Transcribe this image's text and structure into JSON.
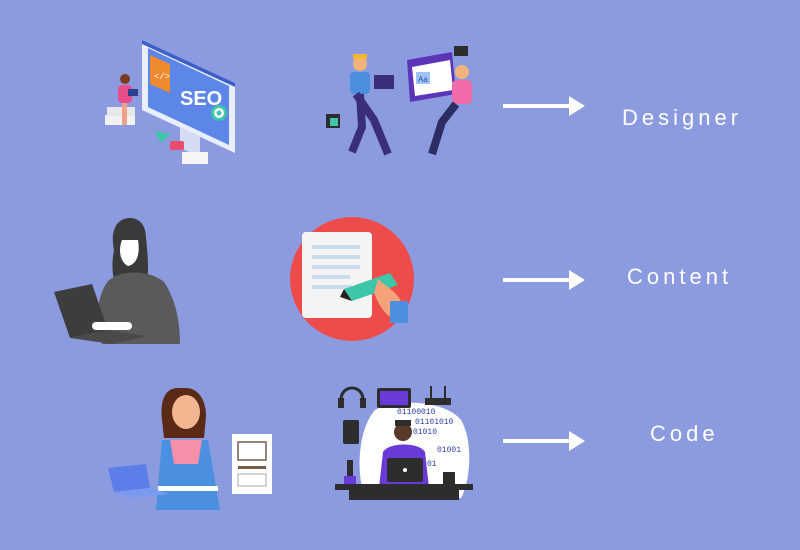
{
  "rows": [
    {
      "label": "Designer"
    },
    {
      "label": "Content"
    },
    {
      "label": "Code"
    }
  ],
  "illustrations": {
    "seo_monitor_text": "SEO",
    "design_window_text": "Aa",
    "binary_lines": [
      "01100010",
      "01101010",
      "01010",
      "01001",
      "01"
    ]
  },
  "colors": {
    "background": "#8c9be0",
    "arrow": "#ffffff",
    "label": "#ffffff",
    "red_circle": "#ee4b4b",
    "purple_accent": "#6a3ad9"
  }
}
